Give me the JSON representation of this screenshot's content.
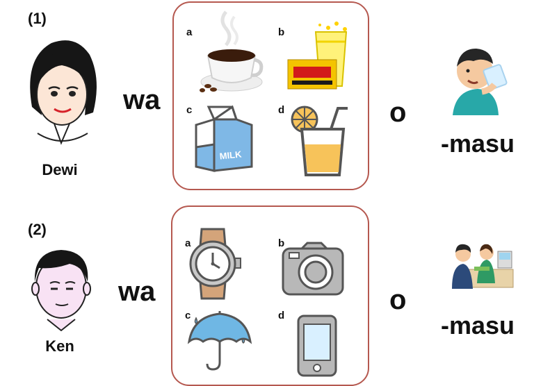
{
  "rows": [
    {
      "number": "(1)",
      "person": "Dewi",
      "particle_wa": "wa",
      "particle_o": "o",
      "verb_suffix": "-masu",
      "options": [
        {
          "letter": "a",
          "icon": "coffee-cup-icon"
        },
        {
          "letter": "b",
          "icon": "energy-drink-icon"
        },
        {
          "letter": "c",
          "icon": "milk-carton-icon",
          "carton_label": "MILK"
        },
        {
          "letter": "d",
          "icon": "juice-glass-icon"
        }
      ],
      "action_icon": "boy-drinking-icon"
    },
    {
      "number": "(2)",
      "person": "Ken",
      "particle_wa": "wa",
      "particle_o": "o",
      "verb_suffix": "-masu",
      "options": [
        {
          "letter": "a",
          "icon": "wristwatch-icon"
        },
        {
          "letter": "b",
          "icon": "camera-icon"
        },
        {
          "letter": "c",
          "icon": "umbrella-icon"
        },
        {
          "letter": "d",
          "icon": "smartphone-icon"
        }
      ],
      "action_icon": "shopping-checkout-icon"
    }
  ],
  "colors": {
    "box_border": "#b5584f",
    "milk_blue": "#7fb8e6",
    "juice": "#f7c35a",
    "umbrella": "#6fb7e4"
  }
}
